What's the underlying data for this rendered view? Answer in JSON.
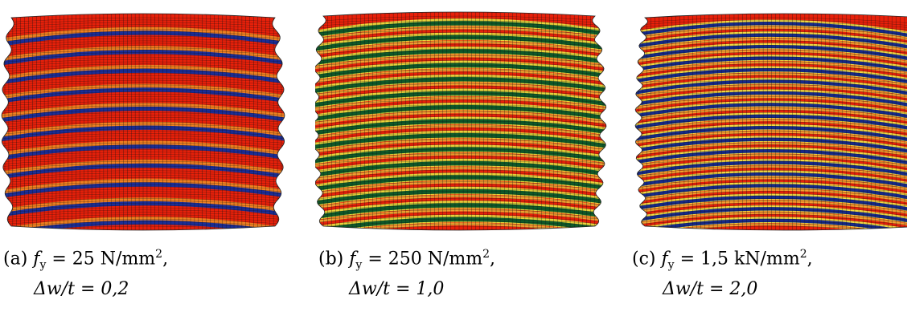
{
  "panels": [
    {
      "id": "a",
      "label": "(a)",
      "caption_line1_prefix": "f",
      "caption_line1_sub": "y",
      "caption_line1_rest": " = 25 N/mm",
      "caption_line1_sup": "2",
      "caption_line1_end": ",",
      "caption_line2": "Δw/t = 0,2",
      "scheme": "red",
      "colors": {
        "base": "#e8200a",
        "trough": "#1b2e9a",
        "mid": "#f08020",
        "grid": "#111111"
      }
    },
    {
      "id": "b",
      "label": "(b)",
      "caption_line1_prefix": "f",
      "caption_line1_sub": "y",
      "caption_line1_rest": " = 250 N/mm",
      "caption_line1_sup": "2",
      "caption_line1_end": ",",
      "caption_line2": "Δw/t = 1,0",
      "scheme": "green",
      "colors": {
        "base": "#e8200a",
        "trough": "#0e5c2a",
        "mid": "#e8d23a",
        "grid": "#111111"
      }
    },
    {
      "id": "c",
      "label": "(c)",
      "caption_line1_prefix": "f",
      "caption_line1_sub": "y",
      "caption_line1_rest": " = 1,5 kN/mm",
      "caption_line1_sup": "2",
      "caption_line1_end": ",",
      "caption_line2": "Δw/t = 2,0",
      "scheme": "blue",
      "colors": {
        "base": "#e8200a",
        "trough": "#162a8e",
        "mid": "#f2d840",
        "grid": "#111111"
      }
    }
  ]
}
